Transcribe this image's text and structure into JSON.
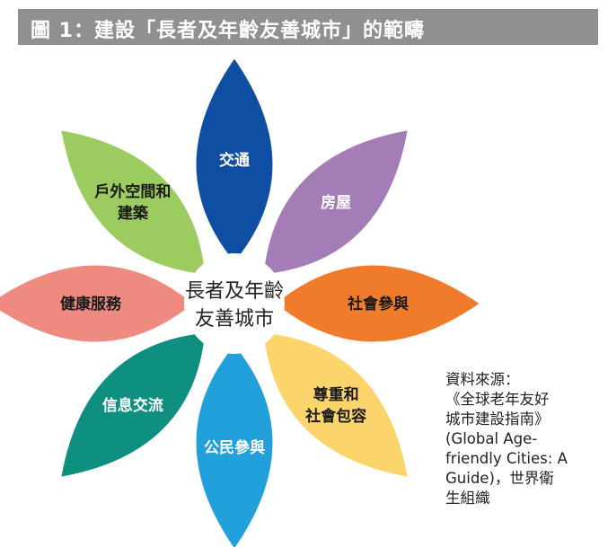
{
  "title": "圖 1：建設「長者及年齡友善城市」的範疇",
  "center": {
    "line1": "長者及年齡",
    "line2": "友善城市"
  },
  "petals": [
    {
      "lines": [
        "交通"
      ],
      "color": "#0e4ea3",
      "text_color": "light"
    },
    {
      "lines": [
        "房屋"
      ],
      "color": "#a47cb6",
      "text_color": "light"
    },
    {
      "lines": [
        "社會參與"
      ],
      "color": "#ef7b2b",
      "text_color": "dark"
    },
    {
      "lines": [
        "尊重和",
        "社會包容"
      ],
      "color": "#fcd46c",
      "text_color": "dark"
    },
    {
      "lines": [
        "公民參與"
      ],
      "color": "#22a0dc",
      "text_color": "light"
    },
    {
      "lines": [
        "信息交流"
      ],
      "color": "#0e8f80",
      "text_color": "light"
    },
    {
      "lines": [
        "健康服務"
      ],
      "color": "#ef8a80",
      "text_color": "dark"
    },
    {
      "lines": [
        "戶外空間和",
        "建築"
      ],
      "color": "#9ccb5f",
      "text_color": "dark"
    }
  ],
  "source": {
    "lines": [
      "資料來源：",
      "《全球老年友好",
      "城市建設指南》",
      "(Global Age-",
      "friendly Cities: A",
      "Guide)，世界衛",
      "生組織"
    ]
  }
}
